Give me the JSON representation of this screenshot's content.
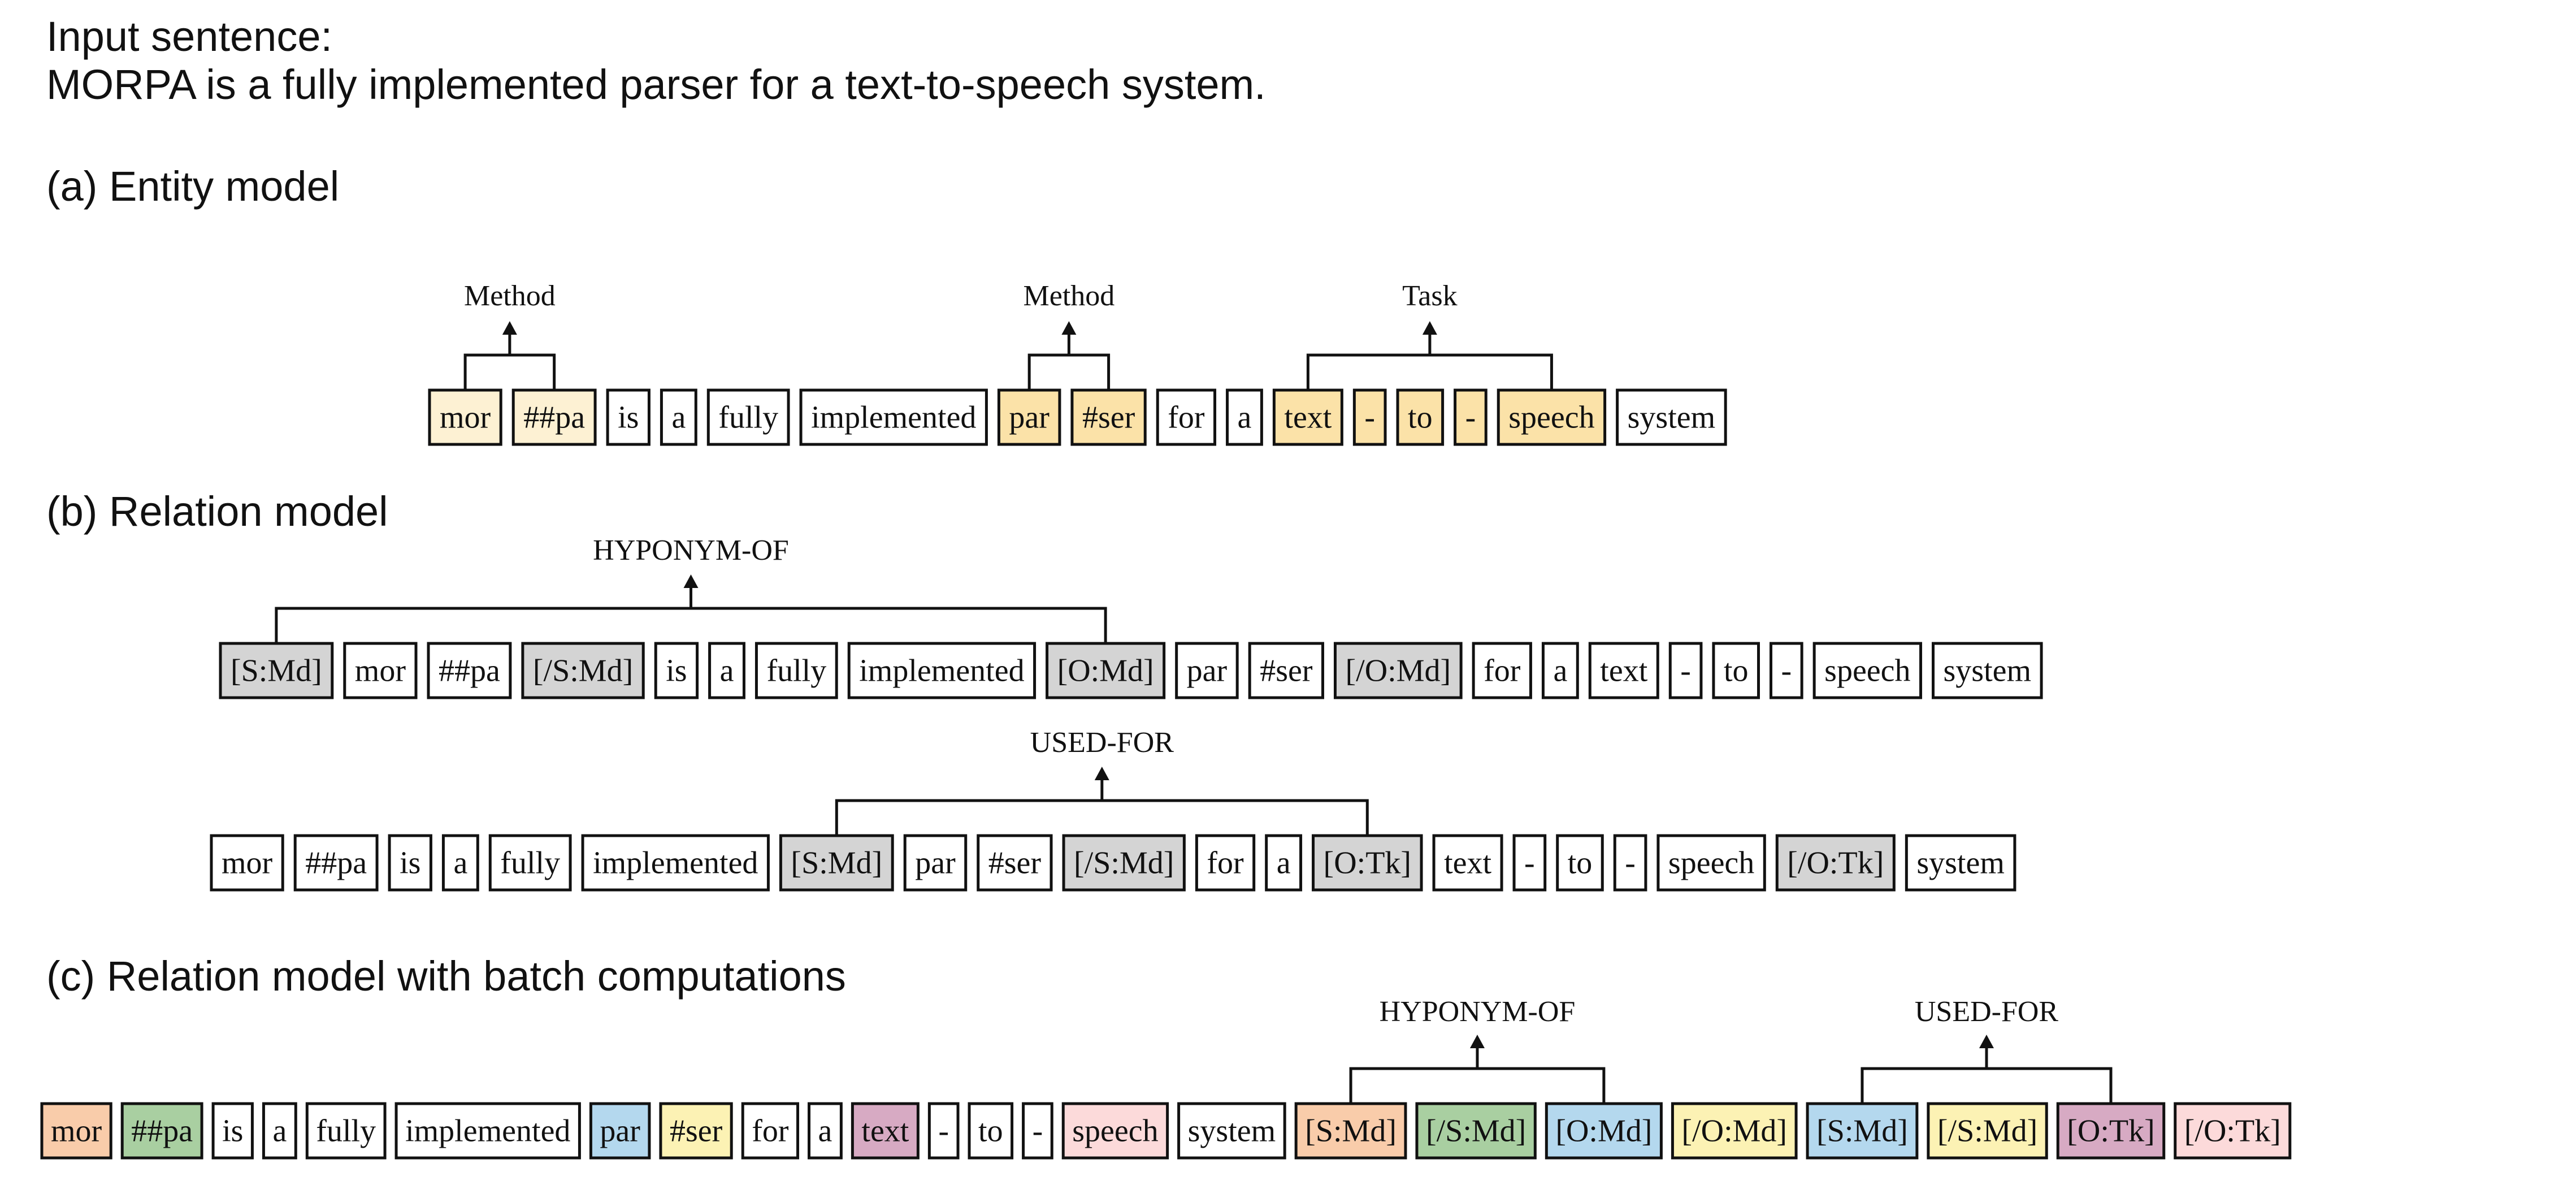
{
  "intro": {
    "label": "Input sentence:",
    "sentence": "MORPA is a fully implemented parser for a text-to-speech system."
  },
  "colors": {
    "yellow": "#fdf1d3",
    "orange": "#fbe2a8",
    "gray": "#d4d4d4",
    "white": "#ffffff",
    "salmon": "#f9ccaa",
    "green": "#a9cfa1",
    "blue": "#b4d8ee",
    "cream": "#fcf2b4",
    "purple": "#d7aac3",
    "pink": "#fcdada",
    "stroke": "#111111"
  },
  "sections": [
    {
      "id": "entity",
      "heading": "(a) Entity model",
      "rows": [
        {
          "tokens": [
            {
              "text": "mor",
              "color": "yellow"
            },
            {
              "text": "##pa",
              "color": "yellow"
            },
            {
              "text": "is",
              "color": "white"
            },
            {
              "text": "a",
              "color": "white"
            },
            {
              "text": "fully",
              "color": "white"
            },
            {
              "text": "implemented",
              "color": "white"
            },
            {
              "text": "par",
              "color": "orange"
            },
            {
              "text": "#ser",
              "color": "orange"
            },
            {
              "text": "for",
              "color": "white"
            },
            {
              "text": "a",
              "color": "white"
            },
            {
              "text": "text",
              "color": "orange"
            },
            {
              "text": "-",
              "color": "orange"
            },
            {
              "text": "to",
              "color": "orange"
            },
            {
              "text": "-",
              "color": "orange"
            },
            {
              "text": "speech",
              "color": "orange"
            },
            {
              "text": "system",
              "color": "white"
            }
          ],
          "brackets": [
            {
              "label": "Method",
              "from": 0,
              "to": 1
            },
            {
              "label": "Method",
              "from": 6,
              "to": 7
            },
            {
              "label": "Task",
              "from": 10,
              "to": 14
            }
          ]
        }
      ]
    },
    {
      "id": "relation",
      "heading": "(b) Relation model",
      "rows": [
        {
          "tokens": [
            {
              "text": "[S:Md]",
              "color": "gray"
            },
            {
              "text": "mor",
              "color": "white"
            },
            {
              "text": "##pa",
              "color": "white"
            },
            {
              "text": "[/S:Md]",
              "color": "gray"
            },
            {
              "text": "is",
              "color": "white"
            },
            {
              "text": "a",
              "color": "white"
            },
            {
              "text": "fully",
              "color": "white"
            },
            {
              "text": "implemented",
              "color": "white"
            },
            {
              "text": "[O:Md]",
              "color": "gray"
            },
            {
              "text": "par",
              "color": "white"
            },
            {
              "text": "#ser",
              "color": "white"
            },
            {
              "text": "[/O:Md]",
              "color": "gray"
            },
            {
              "text": "for",
              "color": "white"
            },
            {
              "text": "a",
              "color": "white"
            },
            {
              "text": "text",
              "color": "white"
            },
            {
              "text": "-",
              "color": "white"
            },
            {
              "text": "to",
              "color": "white"
            },
            {
              "text": "-",
              "color": "white"
            },
            {
              "text": "speech",
              "color": "white"
            },
            {
              "text": "system",
              "color": "white"
            }
          ],
          "brackets": [
            {
              "label": "HYPONYM-OF",
              "from": 0,
              "to": 8
            }
          ]
        },
        {
          "tokens": [
            {
              "text": "mor",
              "color": "white"
            },
            {
              "text": "##pa",
              "color": "white"
            },
            {
              "text": "is",
              "color": "white"
            },
            {
              "text": "a",
              "color": "white"
            },
            {
              "text": "fully",
              "color": "white"
            },
            {
              "text": "implemented",
              "color": "white"
            },
            {
              "text": "[S:Md]",
              "color": "gray"
            },
            {
              "text": "par",
              "color": "white"
            },
            {
              "text": "#ser",
              "color": "white"
            },
            {
              "text": "[/S:Md]",
              "color": "gray"
            },
            {
              "text": "for",
              "color": "white"
            },
            {
              "text": "a",
              "color": "white"
            },
            {
              "text": "[O:Tk]",
              "color": "gray"
            },
            {
              "text": "text",
              "color": "white"
            },
            {
              "text": "-",
              "color": "white"
            },
            {
              "text": "to",
              "color": "white"
            },
            {
              "text": "-",
              "color": "white"
            },
            {
              "text": "speech",
              "color": "white"
            },
            {
              "text": "[/O:Tk]",
              "color": "gray"
            },
            {
              "text": "system",
              "color": "white"
            }
          ],
          "brackets": [
            {
              "label": "USED-FOR",
              "from": 6,
              "to": 12
            }
          ]
        }
      ]
    },
    {
      "id": "batch",
      "heading": "(c) Relation model with batch computations",
      "rows": [
        {
          "tokens": [
            {
              "text": "mor",
              "color": "salmon"
            },
            {
              "text": "##pa",
              "color": "green"
            },
            {
              "text": "is",
              "color": "white"
            },
            {
              "text": "a",
              "color": "white"
            },
            {
              "text": "fully",
              "color": "white"
            },
            {
              "text": "implemented",
              "color": "white"
            },
            {
              "text": "par",
              "color": "blue"
            },
            {
              "text": "#ser",
              "color": "cream"
            },
            {
              "text": "for",
              "color": "white"
            },
            {
              "text": "a",
              "color": "white"
            },
            {
              "text": "text",
              "color": "purple"
            },
            {
              "text": "-",
              "color": "white"
            },
            {
              "text": "to",
              "color": "white"
            },
            {
              "text": "-",
              "color": "white"
            },
            {
              "text": "speech",
              "color": "pink"
            },
            {
              "text": "system",
              "color": "white"
            },
            {
              "text": "[S:Md]",
              "color": "salmon"
            },
            {
              "text": "[/S:Md]",
              "color": "green"
            },
            {
              "text": "[O:Md]",
              "color": "blue"
            },
            {
              "text": "[/O:Md]",
              "color": "cream"
            },
            {
              "text": "[S:Md]",
              "color": "blue"
            },
            {
              "text": "[/S:Md]",
              "color": "cream"
            },
            {
              "text": "[O:Tk]",
              "color": "purple"
            },
            {
              "text": "[/O:Tk]",
              "color": "pink"
            }
          ],
          "brackets": [
            {
              "label": "HYPONYM-OF",
              "from": 16,
              "to": 18
            },
            {
              "label": "USED-FOR",
              "from": 20,
              "to": 22
            }
          ]
        }
      ]
    }
  ]
}
